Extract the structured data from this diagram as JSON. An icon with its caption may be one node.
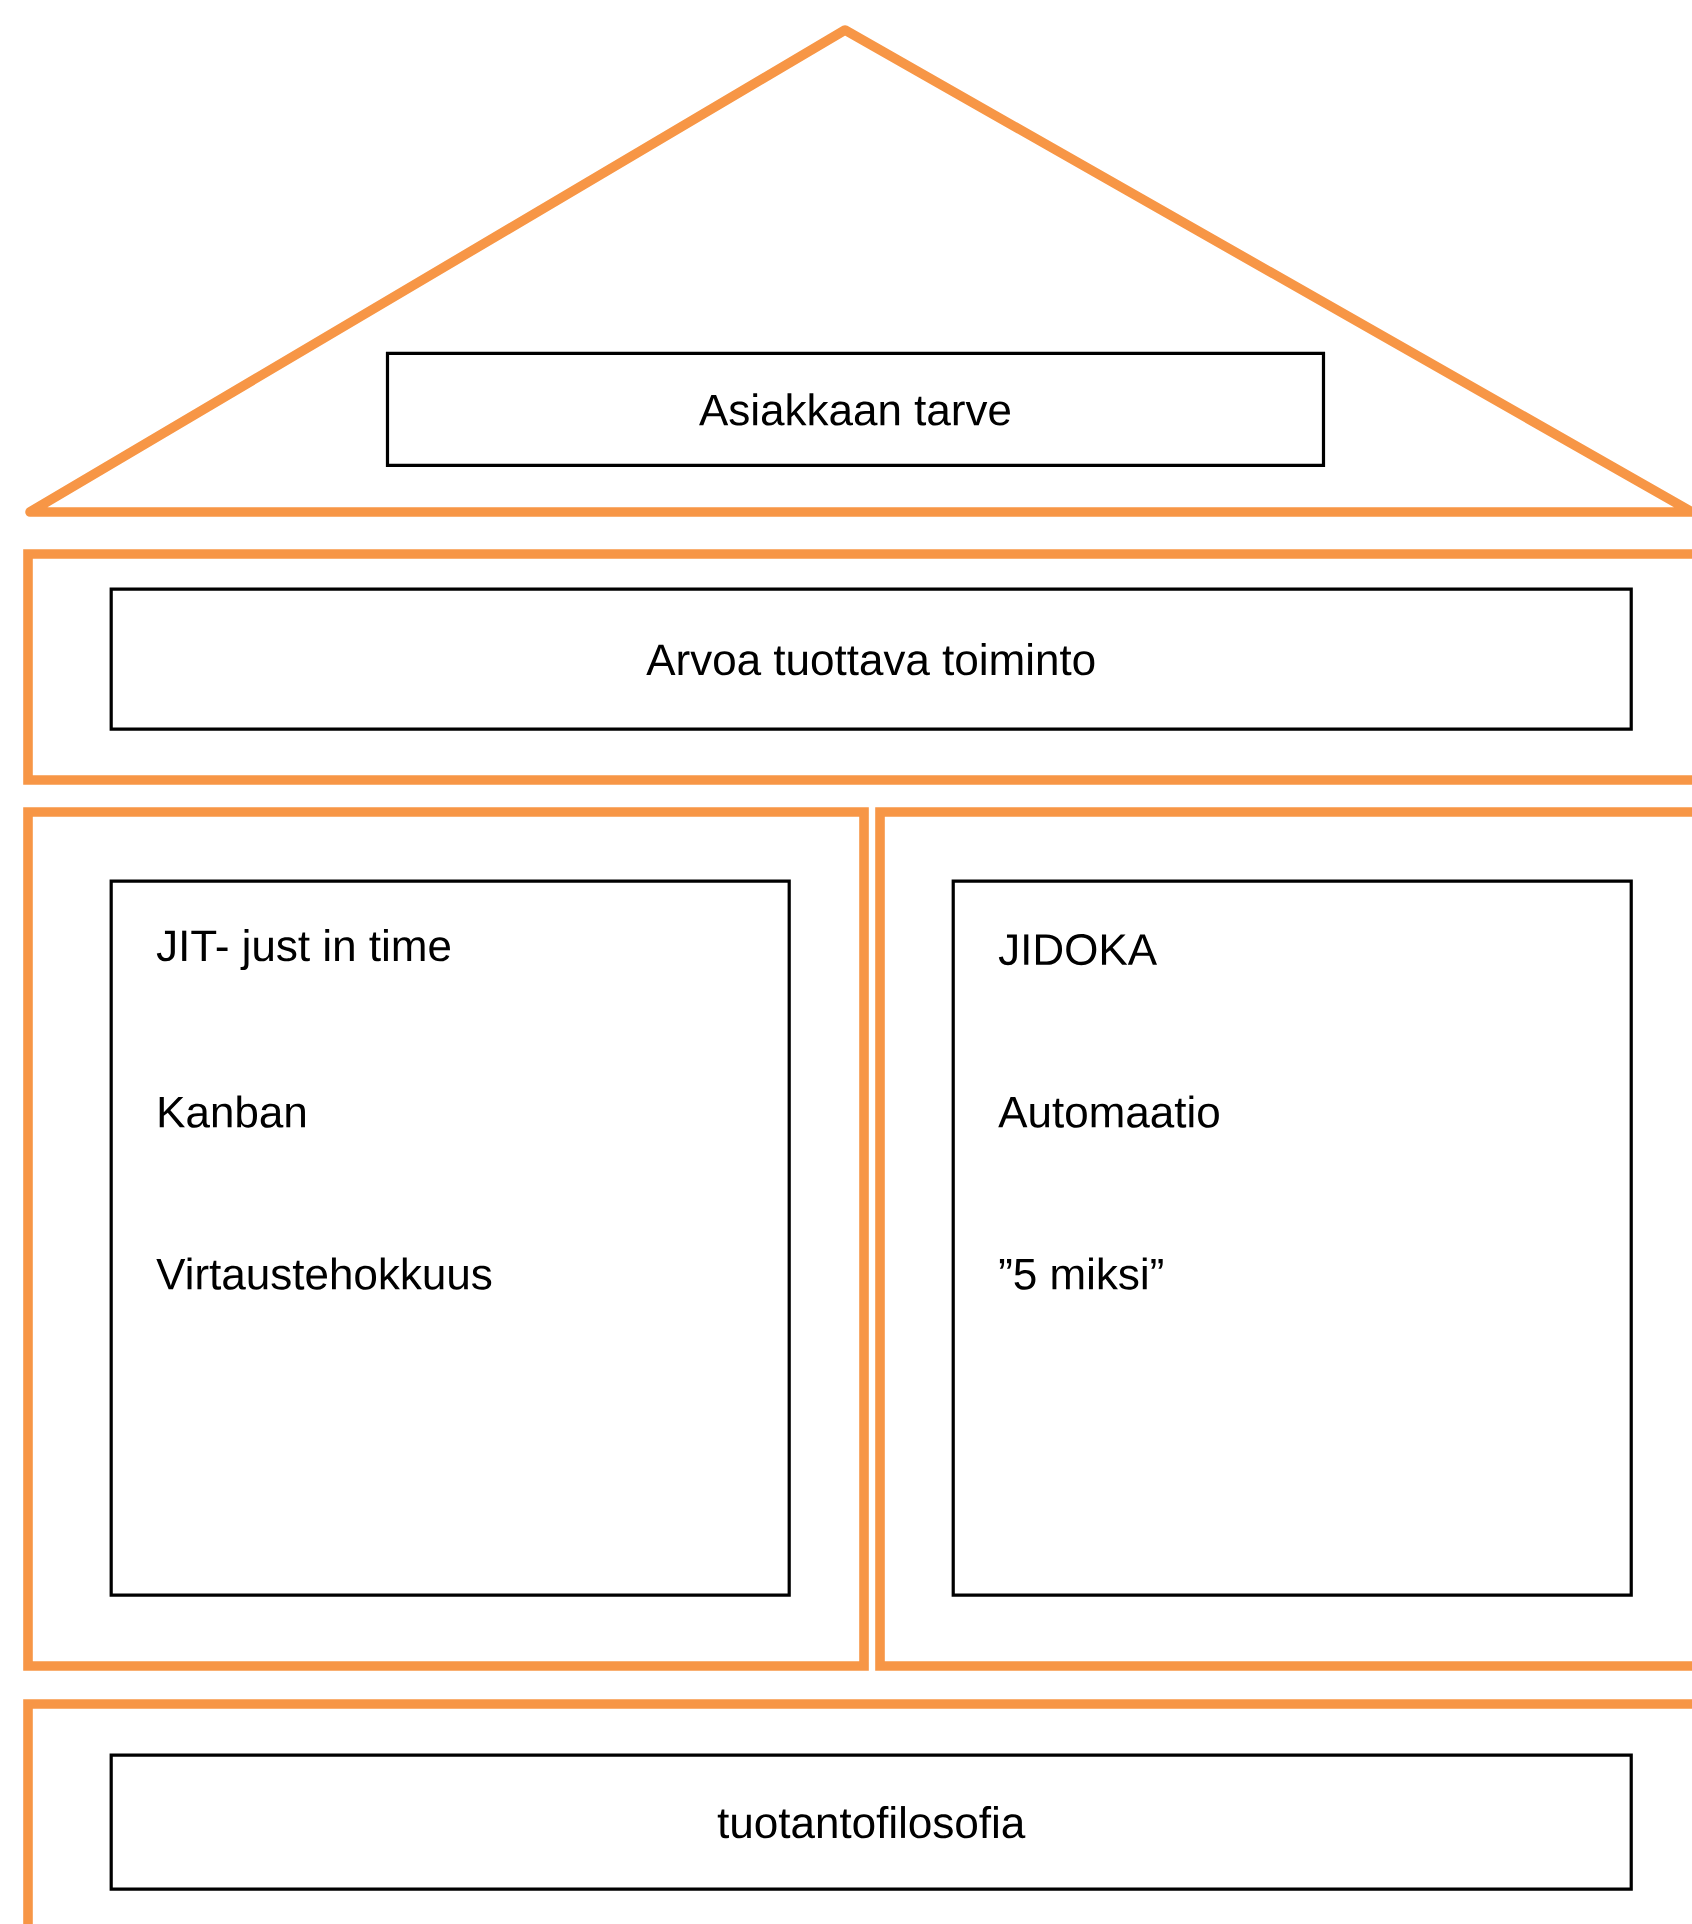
{
  "diagram": {
    "nodes": [
      {
        "text": [],
        "shape": "triangle"
      },
      {
        "text": [
          "Asiakkaan tarve"
        ],
        "in": 0
      },
      {
        "text": [],
        "shape": "box"
      },
      {
        "text": [
          "Arvoa tuottava toiminto"
        ],
        "in": 2
      },
      {
        "text": [],
        "shape": "box"
      },
      {
        "text": [
          "JIT- just in time",
          "Kanban",
          "Virtaustehokkuus"
        ],
        "in": 4
      },
      {
        "text": [],
        "shape": "box"
      },
      {
        "text": [
          "JIDOKA",
          "Automaatio",
          "”5 miksi”"
        ],
        "in": 6
      },
      {
        "text": [],
        "shape": "box"
      },
      {
        "text": [
          "tuotantofilosofia"
        ],
        "in": 8
      }
    ]
  }
}
